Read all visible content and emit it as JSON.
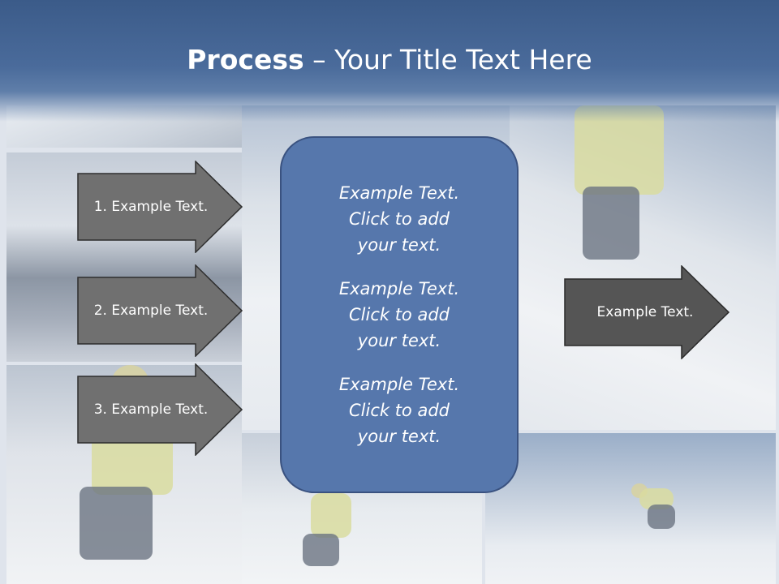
{
  "title": {
    "bold_part": "Process",
    "separator": " – ",
    "rest": "Your Title Text Here"
  },
  "left_arrows": [
    {
      "label": "1. Example Text."
    },
    {
      "label": "2. Example Text."
    },
    {
      "label": "3. Example Text."
    }
  ],
  "center_box": {
    "items": [
      {
        "text": "Example Text.\nClick  to add\nyour text."
      },
      {
        "text": "Example Text.\nClick  to add\nyour text."
      },
      {
        "text": "Example Text.\nClick  to add\nyour text."
      }
    ]
  },
  "right_arrow": {
    "label": "Example Text."
  },
  "colors": {
    "header": "#3b5b89",
    "arrow_fill": "#707070",
    "right_arrow_fill": "#555555",
    "center_box": "#5677ac"
  }
}
